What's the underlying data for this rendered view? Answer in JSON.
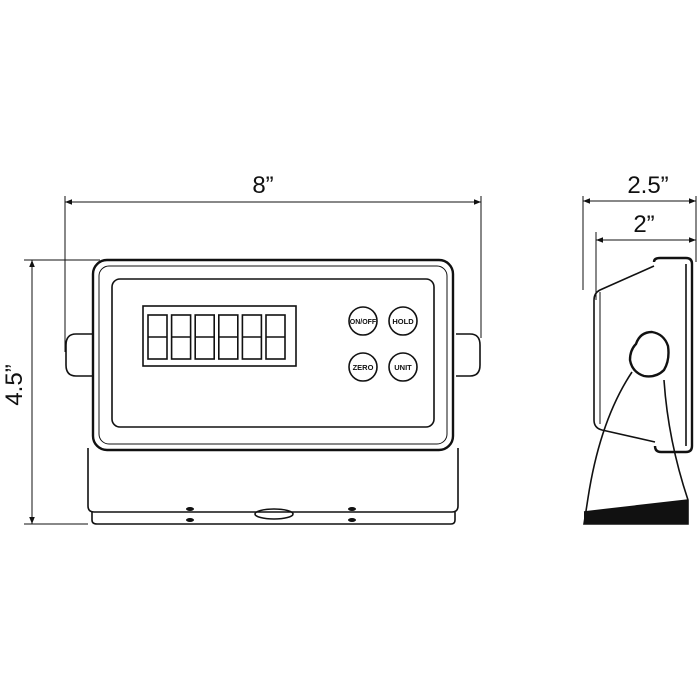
{
  "dimensions": {
    "width": "8”",
    "height": "4.5”",
    "depth_total": "2.5”",
    "depth_inner": "2”"
  },
  "display": {
    "digit_count": 6
  },
  "buttons": {
    "on_off": "ON/OFF",
    "hold": "HOLD",
    "zero": "ZERO",
    "unit": "UNIT"
  },
  "colors": {
    "line": "#111111",
    "background": "#ffffff"
  }
}
